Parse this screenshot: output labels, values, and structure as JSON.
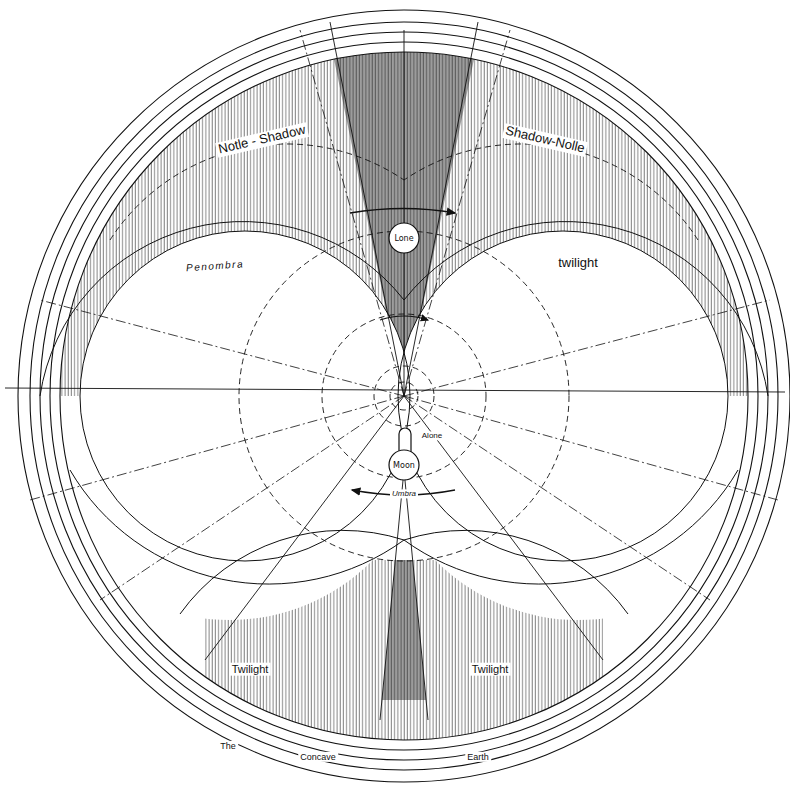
{
  "diagram": {
    "nodes": [
      {
        "text": [
          "Lone"
        ]
      },
      {
        "text": [
          "Moon"
        ]
      }
    ],
    "labels": [
      "Notle - Shadow",
      "Shadow-Nolle",
      "Penombra",
      "twilight",
      "Alone",
      "Umbra",
      "Twilight",
      "Twilight",
      "The",
      "Concave",
      "Earth"
    ]
  }
}
